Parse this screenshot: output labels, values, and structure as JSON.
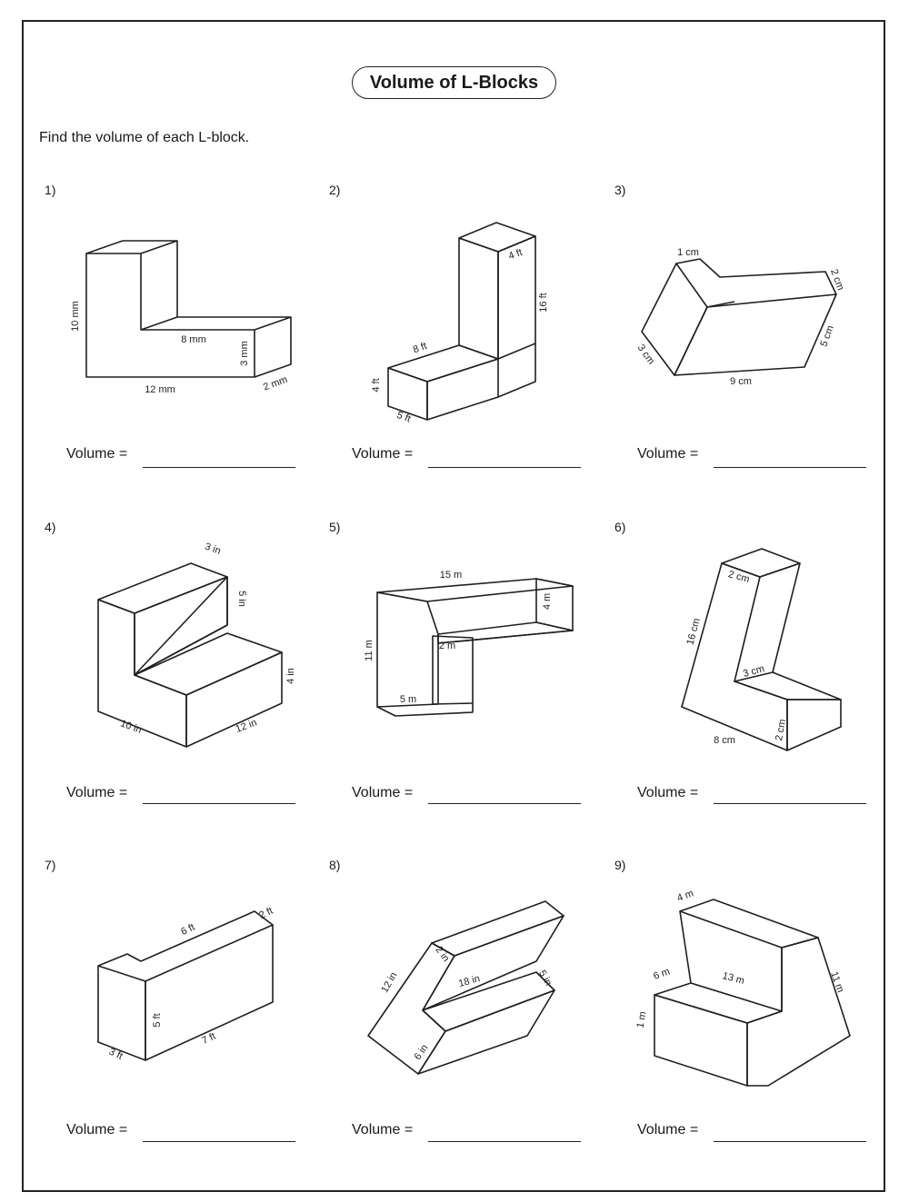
{
  "worksheet": {
    "title": "Volume of L-Blocks",
    "instructions": "Find the volume of each L-block.",
    "answer_label": "Volume ="
  },
  "problems": [
    {
      "number": "1)",
      "dims": [
        "10 mm",
        "8 mm",
        "3 mm",
        "12 mm",
        "2 mm"
      ]
    },
    {
      "number": "2)",
      "dims": [
        "4 ft",
        "16 ft",
        "8 ft",
        "4 ft",
        "5 ft"
      ]
    },
    {
      "number": "3)",
      "dims": [
        "1 cm",
        "2 cm",
        "3 cm",
        "5 cm",
        "9 cm"
      ]
    },
    {
      "number": "4)",
      "dims": [
        "3 in",
        "5 in",
        "4 in",
        "10 in",
        "12 in"
      ]
    },
    {
      "number": "5)",
      "dims": [
        "15 m",
        "4 m",
        "11 m",
        "2 m",
        "5 m"
      ]
    },
    {
      "number": "6)",
      "dims": [
        "2 cm",
        "16 cm",
        "3 cm",
        "8 cm",
        "2 cm"
      ]
    },
    {
      "number": "7)",
      "dims": [
        "6 ft",
        "2 ft",
        "5 ft",
        "3 ft",
        "7 ft"
      ]
    },
    {
      "number": "8)",
      "dims": [
        "12 in",
        "2 in",
        "18 in",
        "5 in",
        "6 in"
      ]
    },
    {
      "number": "9)",
      "dims": [
        "4 m",
        "6 m",
        "13 m",
        "11 m",
        "1 m"
      ]
    }
  ]
}
